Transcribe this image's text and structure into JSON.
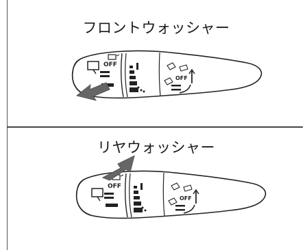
{
  "front": {
    "title": "フロントウォッシャー",
    "off_left": "OFF",
    "off_right": "OFF"
  },
  "rear": {
    "title": "リヤウォッシャー",
    "off_left": "OFF",
    "off_right": "OFF"
  },
  "icons": {
    "front_arrow": "arrow-down-left-icon",
    "rear_arrow": "arrow-up-right-icon",
    "washer": "washer-icon",
    "rear_washer": "rear-washer-icon",
    "wiper": "wiper-icon"
  }
}
